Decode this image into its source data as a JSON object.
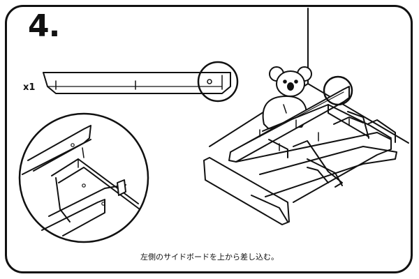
{
  "instruction": {
    "step_number": "4.",
    "quantity": "x1",
    "caption": "左側のサイドボードを上から差し込む。"
  },
  "colors": {
    "line": "#111111",
    "background": "#ffffff",
    "shadow": "#e6e6e6"
  },
  "icons": [
    "side-board-part",
    "magnifier-circle",
    "koala-mascot",
    "bed-frame-assembly",
    "zoom-detail-circle"
  ]
}
